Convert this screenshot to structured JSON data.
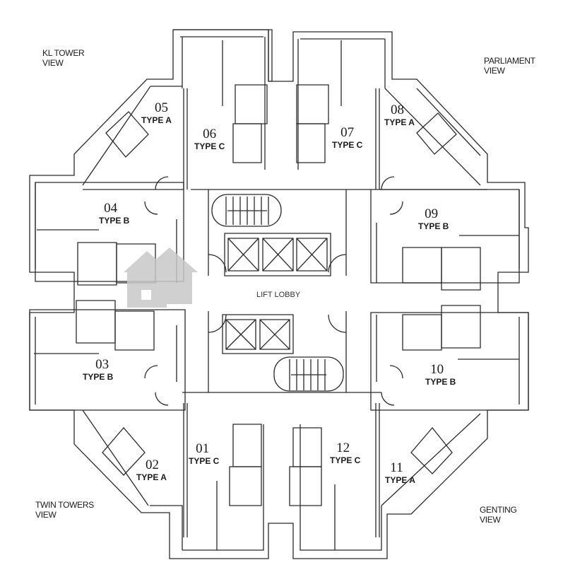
{
  "views": {
    "top_left": [
      "KL TOWER",
      "VIEW"
    ],
    "top_right": [
      "PARLIAMENT",
      "VIEW"
    ],
    "bottom_left": [
      "TWIN TOWERS",
      "VIEW"
    ],
    "bottom_right": [
      "GENTING",
      "VIEW"
    ]
  },
  "core": {
    "label": "LIFT LOBBY"
  },
  "units": [
    {
      "number": "01",
      "type": "TYPE C"
    },
    {
      "number": "02",
      "type": "TYPE A"
    },
    {
      "number": "03",
      "type": "TYPE B"
    },
    {
      "number": "04",
      "type": "TYPE B"
    },
    {
      "number": "05",
      "type": "TYPE A"
    },
    {
      "number": "06",
      "type": "TYPE C"
    },
    {
      "number": "07",
      "type": "TYPE C"
    },
    {
      "number": "08",
      "type": "TYPE A"
    },
    {
      "number": "09",
      "type": "TYPE B"
    },
    {
      "number": "10",
      "type": "TYPE B"
    },
    {
      "number": "11",
      "type": "TYPE A"
    },
    {
      "number": "12",
      "type": "TYPE C"
    }
  ],
  "colors": {
    "line": "#2a2a2a",
    "watermark": "#c8c8c8"
  },
  "icons": {
    "watermark": "house-icon"
  }
}
